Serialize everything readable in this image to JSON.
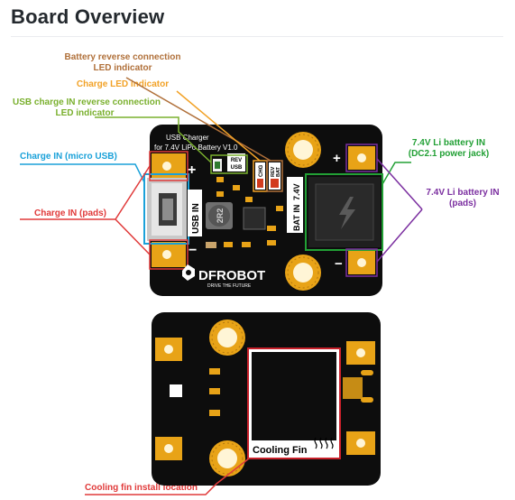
{
  "page": {
    "title": "Board Overview"
  },
  "callouts": {
    "battery_reverse": [
      "Battery reverse connection",
      "LED indicator"
    ],
    "charge_led": "Charge LED indicator",
    "usb_reverse": [
      "USB charge IN reverse connection",
      "LED indicator"
    ],
    "charge_in_usb": "Charge IN  (micro USB)",
    "charge_in_pads": "Charge IN (pads)",
    "battery_jack": [
      "7.4V Li battery IN",
      "(DC2.1 power jack)"
    ],
    "battery_pads": [
      "7.4V Li battery IN",
      "(pads)"
    ],
    "cooling_fin_location": "Cooling fin install location"
  },
  "board_front": {
    "name_line1": "USB Charger",
    "name_line2": "for 7.4V LiPo Battery V1.0",
    "rev_usb": [
      "REV",
      "USB"
    ],
    "chg": "CHG",
    "rev_bat": [
      "REV",
      "BAT"
    ],
    "usb_in": "USB IN",
    "bat_in_voltage": "7.4V",
    "bat_in": "BAT IN",
    "inductor": "2R2",
    "brand": "DFROBOT",
    "tagline": "DRIVE THE FUTURE",
    "plus": "+",
    "minus": "−"
  },
  "board_back": {
    "cooling_fin": "Cooling Fin"
  },
  "colors": {
    "battery_reverse": "#b0703a",
    "charge_led": "#f2a227",
    "usb_reverse": "#7ab02e",
    "charge_in_usb": "#1aa1d9",
    "charge_in_pads": "#e03a3a",
    "battery_jack": "#22a035",
    "battery_pads": "#7b2fa0",
    "pcb": "#0d0d0d",
    "pad_gold": "#e8a317"
  }
}
